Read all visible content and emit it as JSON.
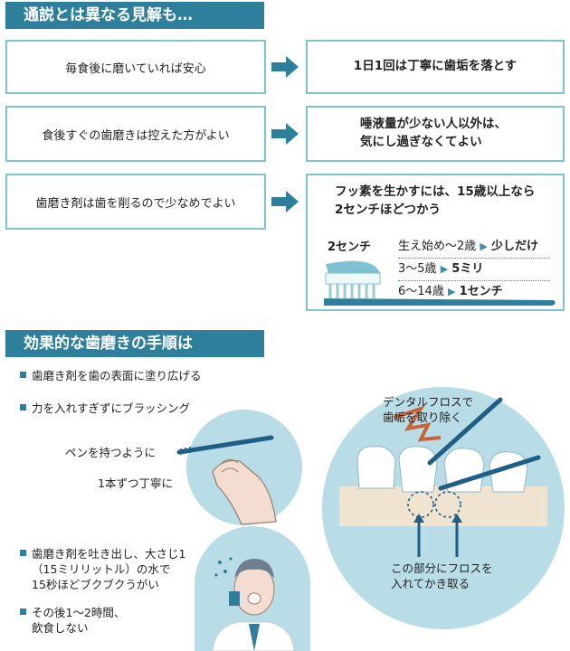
{
  "section1": {
    "header": "通説とは異なる見解も…",
    "rows": [
      {
        "myth": "毎食後に磨いていれば安心",
        "fact_lines": [
          "1日1回は丁寧に歯垢を落とす"
        ]
      },
      {
        "myth": "食後すぐの歯磨きは控えた方がよい",
        "fact_lines": [
          "唾液量が少ない人以外は、",
          "気にし過ぎなくてよい"
        ]
      },
      {
        "myth": "歯磨き剤は歯を削るので少なめでよい",
        "fact_lines": [
          "フッ素を生かすには、15歳以上なら",
          "2センチほどつかう"
        ]
      }
    ],
    "toothpaste_label": "2センチ",
    "ages": [
      {
        "age": "生え始め〜2歳",
        "amount": "少しだけ"
      },
      {
        "age": "3〜5歳",
        "amount": "5ミリ"
      },
      {
        "age": "6〜14歳",
        "amount": "1センチ"
      }
    ]
  },
  "section2": {
    "header": "効果的な歯磨きの手順は",
    "steps": [
      {
        "lines": [
          "歯磨き剤を歯の表面に塗り広げる"
        ]
      },
      {
        "lines": [
          "力を入れすぎずにブラッシング"
        ]
      },
      {
        "lines": [
          "歯磨き剤を吐き出し、大さじ1",
          "（15ミリリットル）の水で",
          "15秒ほどブクブクうがい"
        ]
      },
      {
        "lines": [
          "その後1〜2時間、",
          "飲食しない"
        ]
      }
    ],
    "brush_note_1": "ペンを持つように",
    "brush_note_2": "1本ずつ丁寧に",
    "floss_top_lines": [
      "デンタルフロスで",
      "歯垢を取り除く"
    ],
    "floss_bottom_lines": [
      "この部分にフロスを",
      "入れてかき取る"
    ]
  },
  "colors": {
    "accent": "#2e7f9c",
    "box_border": "#7fc3d3",
    "circle_bg": "#b9dde6",
    "floss": "#c8643b",
    "gum": "#f0e3cf"
  }
}
